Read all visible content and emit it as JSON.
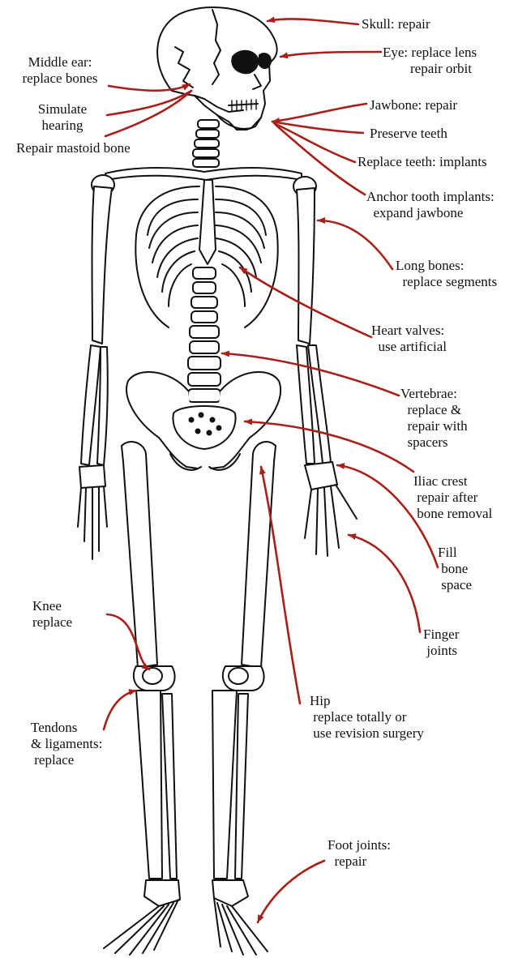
{
  "labels": {
    "skull": "Skull: repair",
    "eye": "Eye: replace lens\n        repair orbit",
    "middle_ear": "Middle ear:\nreplace bones",
    "simulate_hearing": "Simulate\nhearing",
    "mastoid": "Repair mastoid bone",
    "jawbone": "Jawbone: repair",
    "preserve_teeth": "Preserve teeth",
    "replace_teeth": "Replace teeth: implants",
    "anchor_implants": "Anchor tooth implants:\n  expand jawbone",
    "long_bones": "Long bones:\n  replace segments",
    "heart_valves": "Heart valves:\n  use artificial",
    "vertebrae": "Vertebrae:\n  replace &\n  repair with\n  spacers",
    "iliac_crest": "Iliac crest\n repair after\n bone removal",
    "fill_bone": "Fill\n bone\n space",
    "finger_joints": "Finger\n joints",
    "knee": "Knee\nreplace",
    "tendons": "Tendons\n& ligaments:\n replace",
    "hip": "Hip\n replace totally or\n use revision surgery",
    "foot_joints": "Foot joints:\n  repair"
  },
  "colors": {
    "arrow": "#a8201a",
    "bone_outline": "#111111",
    "text": "#111111",
    "background": "#ffffff"
  }
}
